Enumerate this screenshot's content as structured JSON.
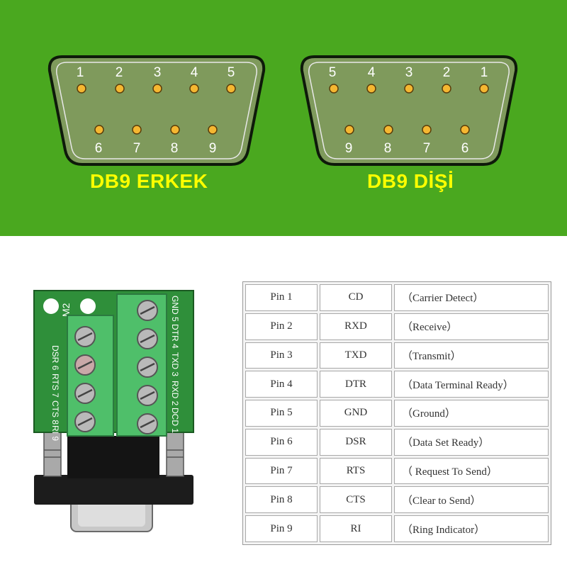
{
  "connectors": {
    "male": {
      "label": "DB9 ERKEK",
      "top_pins": [
        "1",
        "2",
        "3",
        "4",
        "5"
      ],
      "bottom_pins": [
        "6",
        "7",
        "8",
        "9"
      ]
    },
    "female": {
      "label": "DB9 DİŞİ",
      "top_pins": [
        "5",
        "4",
        "3",
        "2",
        "1"
      ],
      "bottom_pins": [
        "9",
        "8",
        "7",
        "6"
      ]
    }
  },
  "board": {
    "silkscreen_model": "M2",
    "left_terminals": [
      "DSR 6",
      "RTS 7",
      "CTS 8",
      "RI 9"
    ],
    "right_terminals": [
      "GND 5",
      "DTR 4",
      "TXD 3",
      "RXD 2",
      "DCD 1"
    ]
  },
  "pin_table": [
    {
      "pin": "Pin 1",
      "signal": "CD",
      "description": "（Carrier Detect）"
    },
    {
      "pin": "Pin 2",
      "signal": "RXD",
      "description": "（Receive）"
    },
    {
      "pin": "Pin 3",
      "signal": "TXD",
      "description": "（Transmit）"
    },
    {
      "pin": "Pin 4",
      "signal": "DTR",
      "description": "（Data Terminal Ready）"
    },
    {
      "pin": "Pin 5",
      "signal": "GND",
      "description": "（Ground）"
    },
    {
      "pin": "Pin 6",
      "signal": "DSR",
      "description": "（Data Set Ready）"
    },
    {
      "pin": "Pin 7",
      "signal": "RTS",
      "description": "（ Request To Send）"
    },
    {
      "pin": "Pin 8",
      "signal": "CTS",
      "description": "（Clear to Send）"
    },
    {
      "pin": "Pin 9",
      "signal": "RI",
      "description": "（Ring Indicator）"
    }
  ],
  "colors": {
    "banner_green": "#4aa81f",
    "shell_fill": "#7f9a5c",
    "pin_gold": "#f5b731",
    "label_yellow": "#ffff00",
    "pcb_green": "#2f8f3a",
    "terminal_green": "#4fbf6a"
  }
}
